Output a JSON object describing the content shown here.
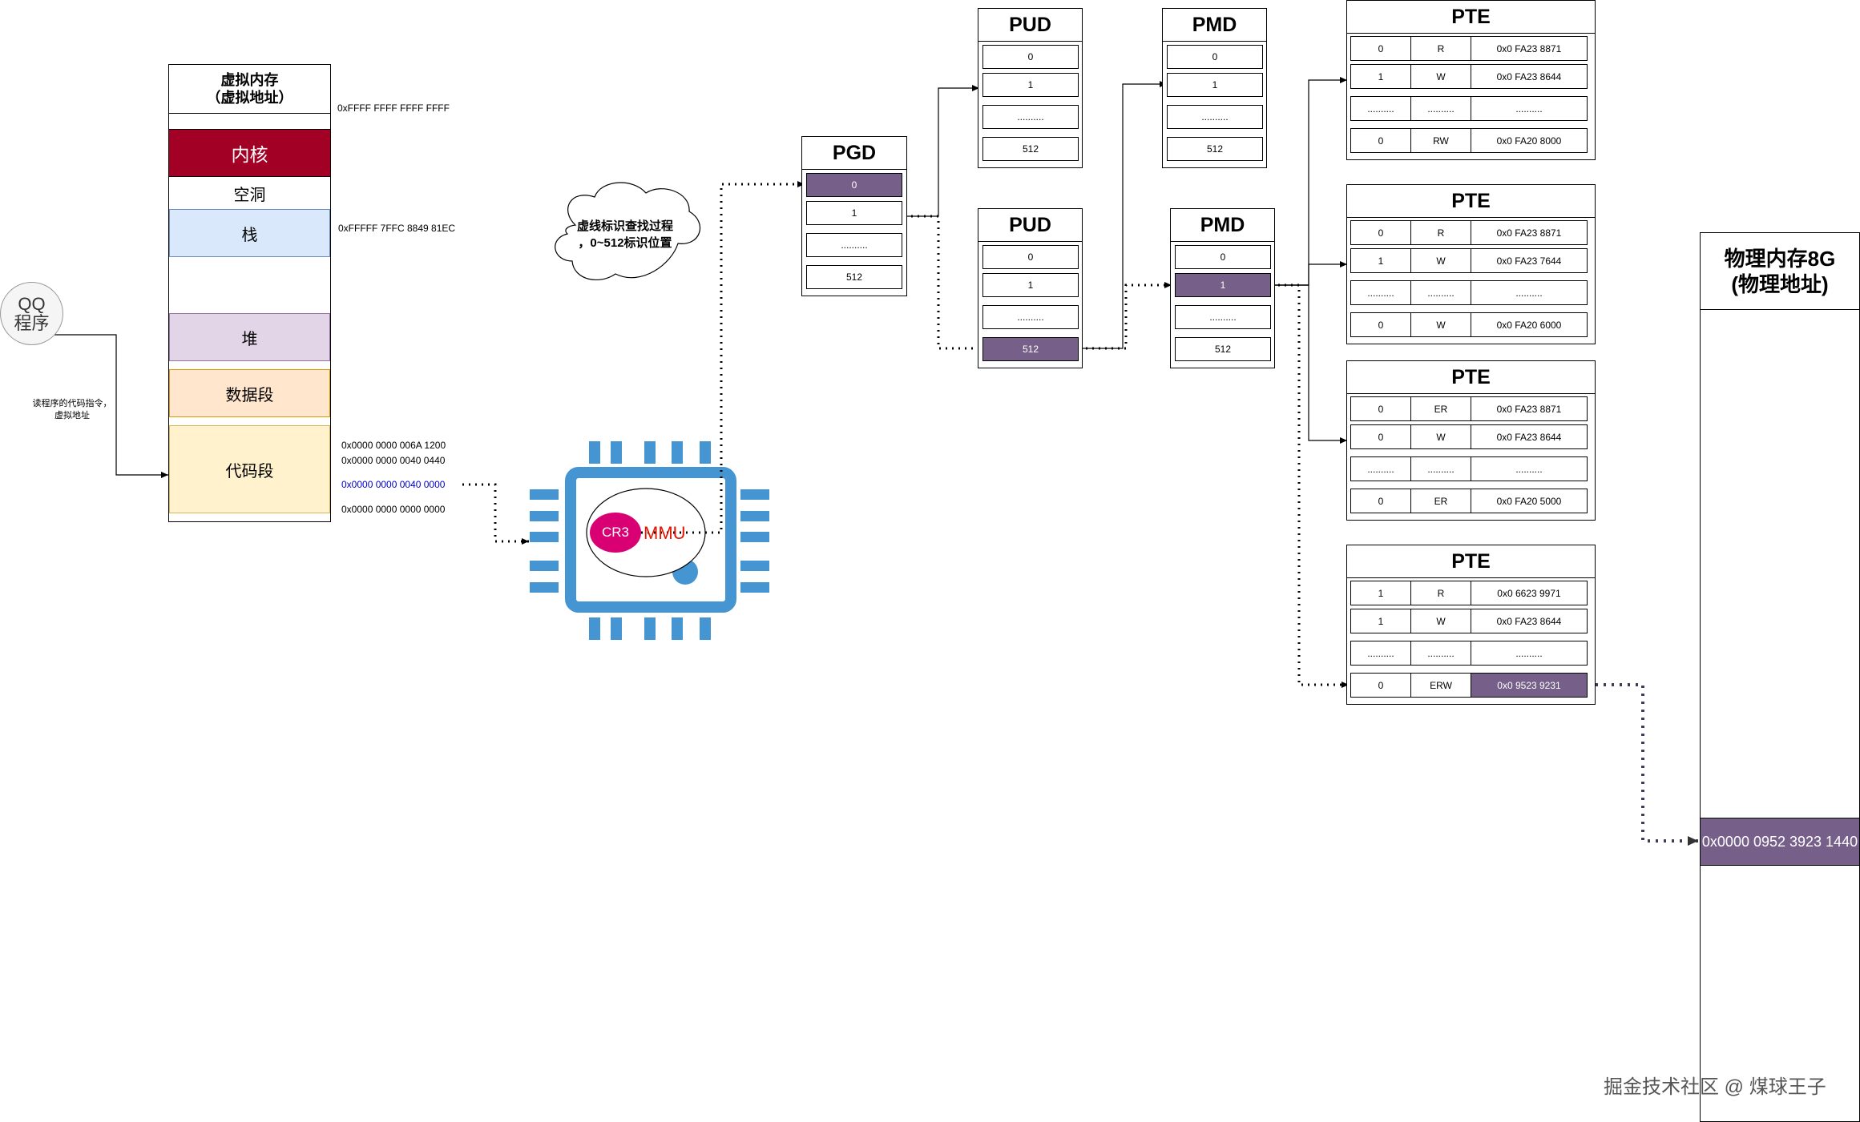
{
  "qq": {
    "line1": "QQ",
    "line2": "程序"
  },
  "read_label": {
    "line1": "读程序的代码指令，",
    "line2": "虚拟地址"
  },
  "virtual_memory": {
    "title_line1": "虚拟内存",
    "title_line2": "（虚拟地址）",
    "segments": {
      "kernel": "内核",
      "hole": "空洞",
      "stack": "栈",
      "heap": "堆",
      "data": "数据段",
      "code": "代码段"
    },
    "addresses": {
      "top": "0xFFFF FFFF FFFF FFFF",
      "stack": "0xFFFFF 7FFC 8849 81EC",
      "code_a": "0x0000 0000 006A 1200",
      "code_b": "0x0000 0000 0040 0440",
      "code_c": "0x0000 0000 0040 0000",
      "code_d": "0x0000 0000 0000 0000"
    }
  },
  "cloud_note": {
    "line1": "虚线标识查找过程",
    "line2": "，0~512标识位置"
  },
  "cpu": {
    "cr3": "CR3",
    "mmu": "MMU"
  },
  "pgd": {
    "title": "PGD",
    "rows": [
      "0",
      "1",
      "..........",
      "512"
    ]
  },
  "pud1": {
    "title": "PUD",
    "rows": [
      "0",
      "1",
      "..........",
      "512"
    ]
  },
  "pud2": {
    "title": "PUD",
    "rows": [
      "0",
      "1",
      "..........",
      "512"
    ]
  },
  "pmd1": {
    "title": "PMD",
    "rows": [
      "0",
      "1",
      "..........",
      "512"
    ]
  },
  "pmd2": {
    "title": "PMD",
    "rows": [
      "0",
      "1",
      "..........",
      "512"
    ]
  },
  "pte1": {
    "title": "PTE",
    "rows": [
      [
        "0",
        "R",
        "0x0 FA23 8871"
      ],
      [
        "1",
        "W",
        "0x0 FA23 8644"
      ],
      [
        "..........",
        "..........",
        ".........."
      ],
      [
        "0",
        "RW",
        "0x0 FA20 8000"
      ]
    ]
  },
  "pte2": {
    "title": "PTE",
    "rows": [
      [
        "0",
        "R",
        "0x0 FA23 8871"
      ],
      [
        "1",
        "W",
        "0x0 FA23 7644"
      ],
      [
        "..........",
        "..........",
        ".........."
      ],
      [
        "0",
        "W",
        "0x0 FA20 6000"
      ]
    ]
  },
  "pte3": {
    "title": "PTE",
    "rows": [
      [
        "0",
        "ER",
        "0x0 FA23 8871"
      ],
      [
        "0",
        "W",
        "0x0 FA23 8644"
      ],
      [
        "..........",
        "..........",
        ".........."
      ],
      [
        "0",
        "ER",
        "0x0 FA20 5000"
      ]
    ]
  },
  "pte4": {
    "title": "PTE",
    "rows": [
      [
        "1",
        "R",
        "0x0 6623 9971"
      ],
      [
        "1",
        "W",
        "0x0 FA23 8644"
      ],
      [
        "..........",
        "..........",
        ".........."
      ],
      [
        "0",
        "ERW",
        "0x0 9523 9231"
      ]
    ]
  },
  "physical_memory": {
    "title_line1": "物理内存8G",
    "title_line2": "(物理地址)",
    "address": "0x0000 0952 3923 1440"
  },
  "watermark": "掘金技术社区 @ 煤球王子",
  "colors": {
    "kernel": "#a20025",
    "stack": "#dae8fc",
    "heap": "#e1d5e7",
    "data": "#ffe6cc",
    "code": "#fff2cc",
    "highlight": "#76608a",
    "cpu": "#4495d1",
    "cr3": "#d80073",
    "mmu_text": "#e51400",
    "addr_blue": "#0000cc"
  }
}
